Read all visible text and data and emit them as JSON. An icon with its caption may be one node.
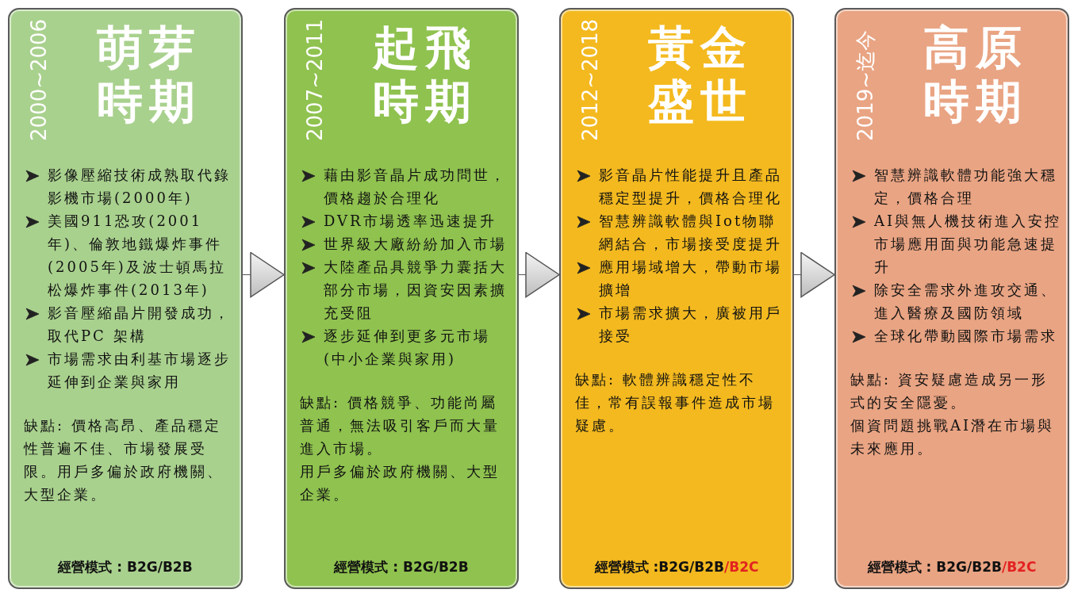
{
  "diagram": {
    "nodes": [
      {
        "text": [
          "2000~2006",
          "萌芽時期",
          "影像壓縮技術成熟取代錄影機市場(2000年)",
          "美國911恐攻(2001年)、倫敦地鐵爆炸事件(2005年)及波士頓馬拉松爆炸事件(2013年)",
          "影音壓縮晶片開發成功，取代PC 架構",
          "市場需求由利基市場逐步延伸到企業與家用",
          "缺點: 價格高昂、產品穩定性普遍不佳、市場發展受限。用戶多偏於政府機關、大型企業。",
          "經營模式 : B2G/B2B"
        ]
      },
      {
        "text": [
          "2007~2011",
          "起飛時期",
          "藉由影音晶片成功問世，價格趨於合理化",
          "DVR市場透率迅速提升",
          "世界級大廠紛紛加入市場",
          "大陸產品具競爭力囊括大部分市場，因資安因素擴充受阻",
          "逐步延伸到更多元市場(中小企業與家用)",
          "缺點: 價格競爭、功能尚屬普通，無法吸引客戶而大量進入市場。",
          "用戶多偏於政府機關、大型企業。",
          "經營模式 : B2G/B2B"
        ]
      },
      {
        "text": [
          "2012~2018",
          "黃金盛世",
          "影音晶片性能提升且產品穩定型提升，價格合理化",
          "智慧辨識軟體與Iot物聯網結合，市場接受度提升",
          "應用場域增大，帶動市場擴增",
          "市場需求擴大，廣被用戶接受",
          "缺點: 軟體辨識穩定性不佳，常有誤報事件造成市場疑慮。",
          "經營模式 :B2G/B2B",
          "/B2C"
        ]
      },
      {
        "text": [
          "2019~迄今",
          "高原時期",
          "智慧辨識軟體功能強大穩定，價格合理",
          "AI與無人機技術進入安控市場應用面與功能急速提升",
          "除安全需求外進攻交通、進入醫療及國防領域",
          "全球化帶動國際市場需求",
          "缺點: 資安疑慮造成另一形式的安全隱憂。",
          "個資問題挑戰AI潛在市場與未來應用。",
          "經營模式 : B2G/B2B",
          "/B2C"
        ]
      }
    ],
    "edges": [
      {
        "from": 0,
        "to": 1,
        "arrow": "to"
      },
      {
        "from": 1,
        "to": 2,
        "arrow": "to"
      },
      {
        "from": 2,
        "to": 3,
        "arrow": "to"
      }
    ]
  }
}
